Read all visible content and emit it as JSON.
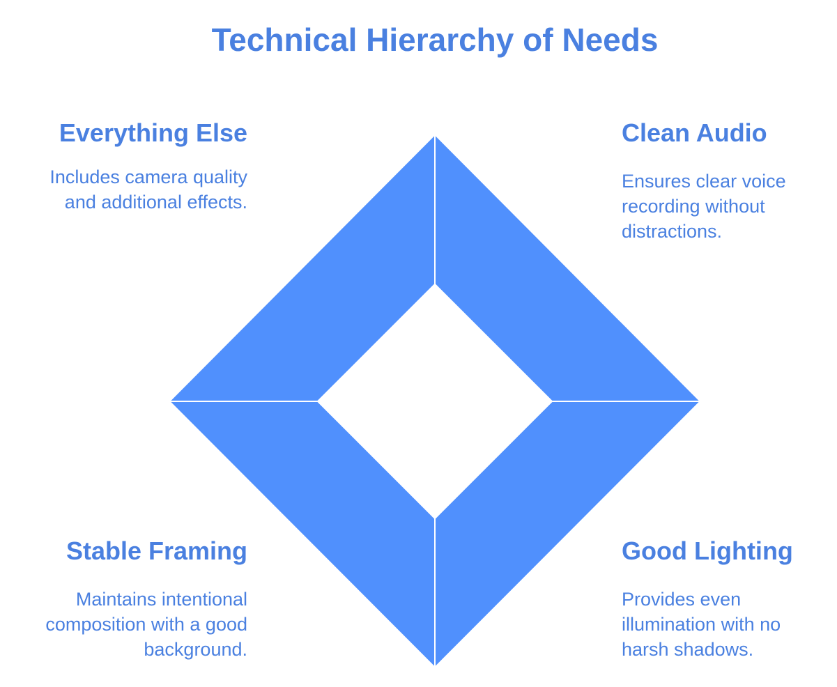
{
  "title": "Technical Hierarchy of Needs",
  "colors": {
    "accent_text": "#4a80e0",
    "shape_fill": "#5090fd",
    "background": "#ffffff"
  },
  "items": {
    "top_left": {
      "heading": "Everything Else",
      "description_lines": [
        "Includes camera quality",
        "and additional effects."
      ]
    },
    "top_right": {
      "heading": "Clean Audio",
      "description_lines": [
        "Ensures clear voice",
        "recording without",
        "distractions."
      ]
    },
    "bottom_left": {
      "heading": "Stable Framing",
      "description_lines": [
        "Maintains intentional",
        "composition with a good",
        "background."
      ]
    },
    "bottom_right": {
      "heading": "Good Lighting",
      "description_lines": [
        "Provides even",
        "illumination with no",
        "harsh shadows."
      ]
    }
  }
}
